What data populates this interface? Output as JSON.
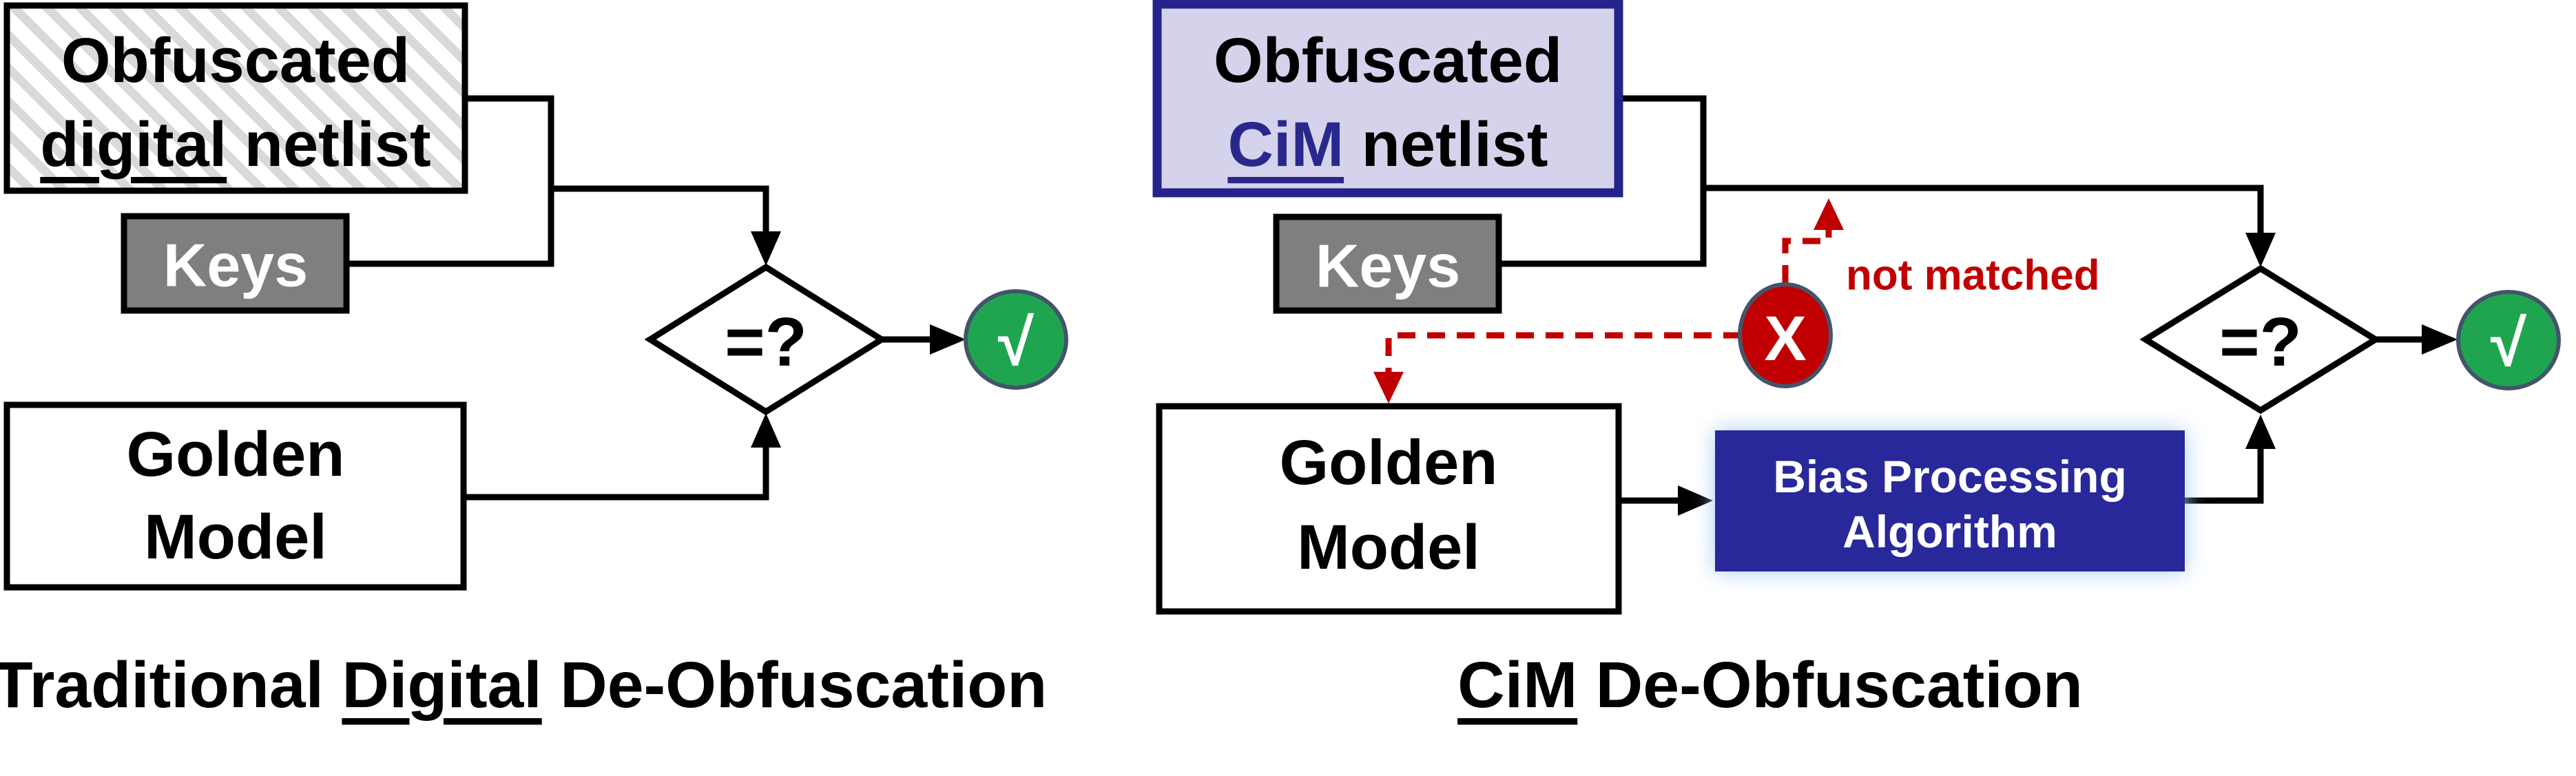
{
  "diagram": {
    "left": {
      "netlist_box": {
        "line1": "Obfuscated",
        "line2_word": "digital",
        "line2_rest": " netlist"
      },
      "keys_label": "Keys",
      "golden_box": {
        "line1": "Golden",
        "line2": "Model"
      },
      "compare_label": "=?",
      "check_label": "√",
      "caption": {
        "pre": "Traditional ",
        "underlined": "Digital",
        "post": " De-Obfuscation"
      }
    },
    "right": {
      "netlist_box": {
        "line1": "Obfuscated",
        "line2_word": "CiM",
        "line2_rest": " netlist"
      },
      "keys_label": "Keys",
      "golden_box": {
        "line1": "Golden",
        "line2": "Model"
      },
      "bias_box": {
        "line1": "Bias Processing",
        "line2": "Algorithm"
      },
      "compare_label": "=?",
      "check_label": "√",
      "fail_label": "X",
      "not_matched_label": "not matched",
      "caption": {
        "underlined": "CiM",
        "post": " De-Obfuscation"
      }
    },
    "colors": {
      "navy_border": "#23238B",
      "navy_fill": "#28289B",
      "lavender_fill": "#D5D3EB",
      "keys_gray": "#7F7F7F",
      "success_green": "#1FA550",
      "error_red": "#C00000",
      "slate_border": "#44546A",
      "hatch_gray": "#D9D9D9",
      "glow_blue": "#A8CCF0",
      "black": "#000000",
      "white": "#FFFFFF"
    }
  }
}
